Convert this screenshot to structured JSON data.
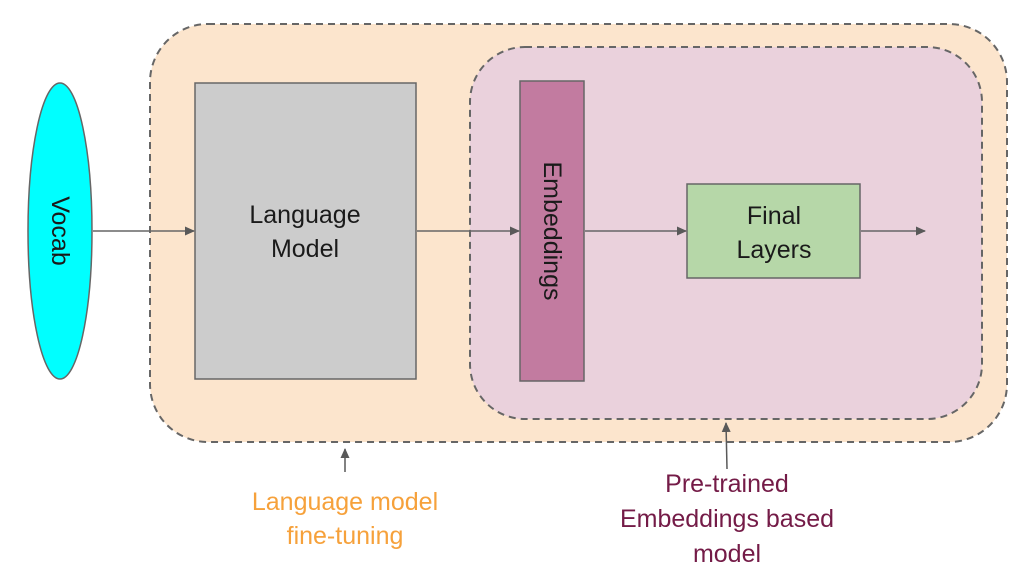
{
  "diagram": {
    "nodes": {
      "vocab": {
        "label": "Vocab",
        "shape": "ellipse",
        "fill": "#00ffff"
      },
      "language_model": {
        "lines": [
          "Language",
          "Model"
        ],
        "shape": "rectangle",
        "fill": "#cccccc"
      },
      "embeddings": {
        "label": "Embeddings",
        "shape": "rectangle",
        "fill": "#c27ba0"
      },
      "final_layers": {
        "lines": [
          "Final",
          "Layers"
        ],
        "shape": "rectangle",
        "fill": "#b6d7a8"
      }
    },
    "groups": {
      "lm_finetuning": {
        "fill": "#fce5cd",
        "border": "dashed"
      },
      "pretrained_embeddings": {
        "fill": "#ead1dc",
        "border": "dashed"
      }
    },
    "edges": [
      {
        "from": "vocab",
        "to": "language_model"
      },
      {
        "from": "language_model",
        "to": "embeddings"
      },
      {
        "from": "embeddings",
        "to": "final_layers"
      },
      {
        "from": "final_layers",
        "to": "output"
      }
    ],
    "captions": {
      "lm_finetuning": {
        "lines": [
          "Language model",
          "fine-tuning"
        ],
        "color": "#f6a13b"
      },
      "pretrained_embeddings": {
        "lines": [
          "Pre-trained",
          "Embeddings based",
          "model"
        ],
        "color": "#741b47"
      }
    },
    "stroke_color": "#666666",
    "arrow_color": "#595959"
  }
}
